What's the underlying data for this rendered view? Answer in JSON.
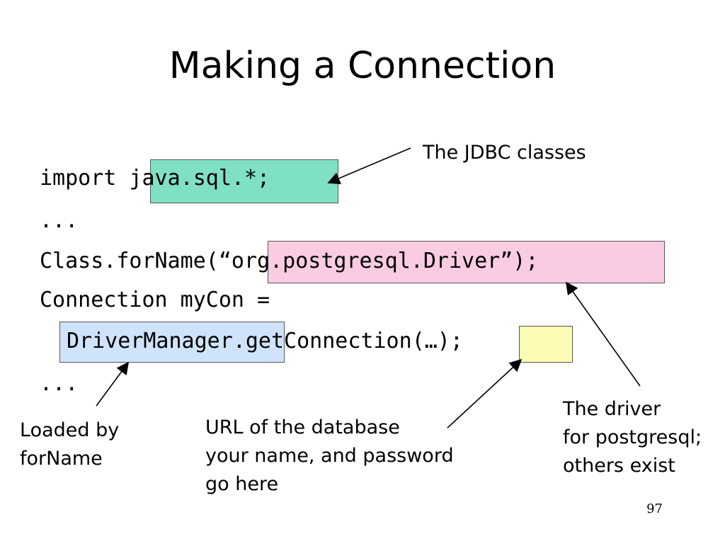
{
  "slide": {
    "title": "Making a Connection",
    "page_number": "97"
  },
  "code": {
    "line1_keyword": "import ",
    "line1_highlight": "java.sql.*;",
    "line2": "...",
    "line3_prefix": "Class.forName(",
    "line3_highlight": "“org.postgresql.Driver”",
    "line3_suffix": ");",
    "line4": "Connection myCon =",
    "line5_highlight": "DriverManager",
    "line5_middle": ".getConnection",
    "line5_args": "(…)",
    "line5_suffix": ";",
    "line6": "..."
  },
  "annotations": {
    "jdbc": "The JDBC classes",
    "loaded_1": "Loaded by",
    "loaded_2": "forName",
    "url_1": "URL of the database",
    "url_2": "your name, and password",
    "url_3": "go here",
    "driver_1": "The driver",
    "driver_2": "for postgresql;",
    "driver_3": "others exist"
  },
  "colors": {
    "jdbc_highlight": "#7fe0c4",
    "driver_highlight": "#f9cce3",
    "drivermanager_highlight": "#cfe4fa",
    "args_highlight": "#fcfcb4"
  }
}
